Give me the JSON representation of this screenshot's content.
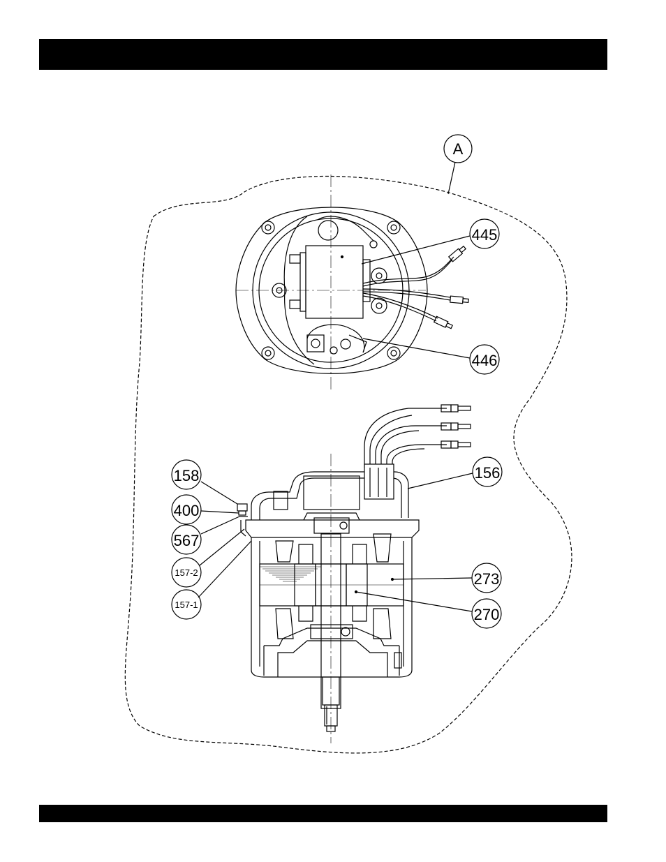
{
  "diagram": {
    "view_callout": "A",
    "callouts": [
      {
        "id": "c445",
        "label": "445"
      },
      {
        "id": "c446",
        "label": "446"
      },
      {
        "id": "c156",
        "label": "156"
      },
      {
        "id": "c158",
        "label": "158"
      },
      {
        "id": "c400",
        "label": "400"
      },
      {
        "id": "c567",
        "label": "567"
      },
      {
        "id": "c157-2",
        "label": "157-2"
      },
      {
        "id": "c157-1",
        "label": "157-1"
      },
      {
        "id": "c273",
        "label": "273"
      },
      {
        "id": "c270",
        "label": "270"
      }
    ]
  }
}
